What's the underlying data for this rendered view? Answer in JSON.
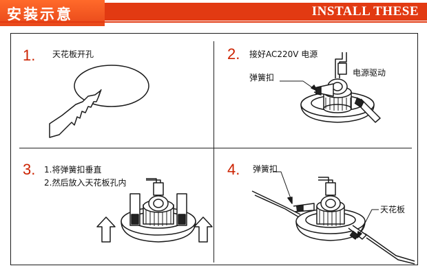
{
  "header": {
    "title_cn": "安装示意",
    "title_en": "INSTALL THESE"
  },
  "steps": [
    {
      "num": "1.",
      "lines": [
        "天花板开孔"
      ]
    },
    {
      "num": "2.",
      "lines": [
        "接好AC220V 电源"
      ],
      "callouts": [
        "弹簧扣",
        "电源驱动"
      ]
    },
    {
      "num": "3.",
      "lines": [
        "1.将弹簧扣垂直",
        "2.然后放入天花板孔内"
      ]
    },
    {
      "num": "4.",
      "lines": [],
      "callouts": [
        "弹簧扣",
        "天花板"
      ]
    }
  ],
  "colors": {
    "header_red": "#e23a12",
    "step_number": "#cc2200",
    "line": "#1a1a1a"
  }
}
